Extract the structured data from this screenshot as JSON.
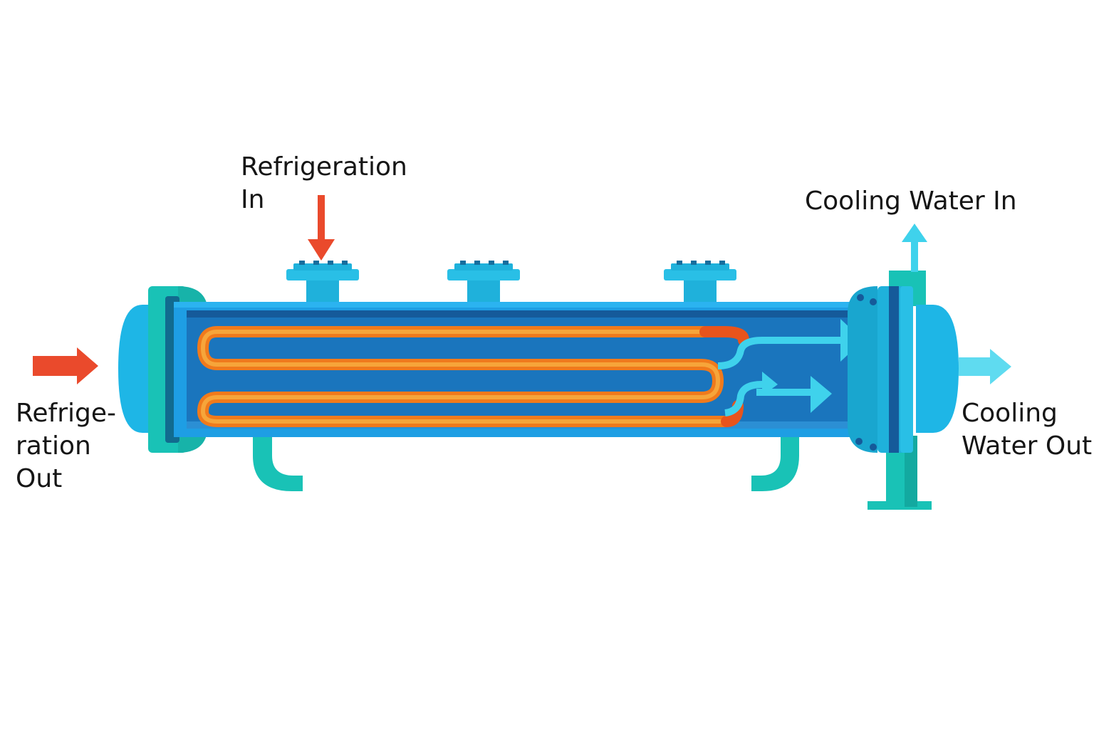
{
  "labels": {
    "refrigeration_in": [
      "Refrigeration",
      "In"
    ],
    "refrigeration_out": [
      "Refrige-",
      "ration",
      "Out"
    ],
    "cooling_water_in": [
      "Cooling Water In"
    ],
    "cooling_water_out": [
      "Cooling",
      "Water Out"
    ]
  },
  "colors": {
    "shell": "#1e9ee4",
    "shell_dark": "#155a9a",
    "shell_inner": "#1a75bd",
    "nozzle": "#1fb1db",
    "support": "#19c2b6",
    "tube_outer": "#f07a1c",
    "tube_inner": "#f6a53a",
    "refrigerant_arrow": "#ea4a2c",
    "water_arrow": "#3fd2ec"
  }
}
